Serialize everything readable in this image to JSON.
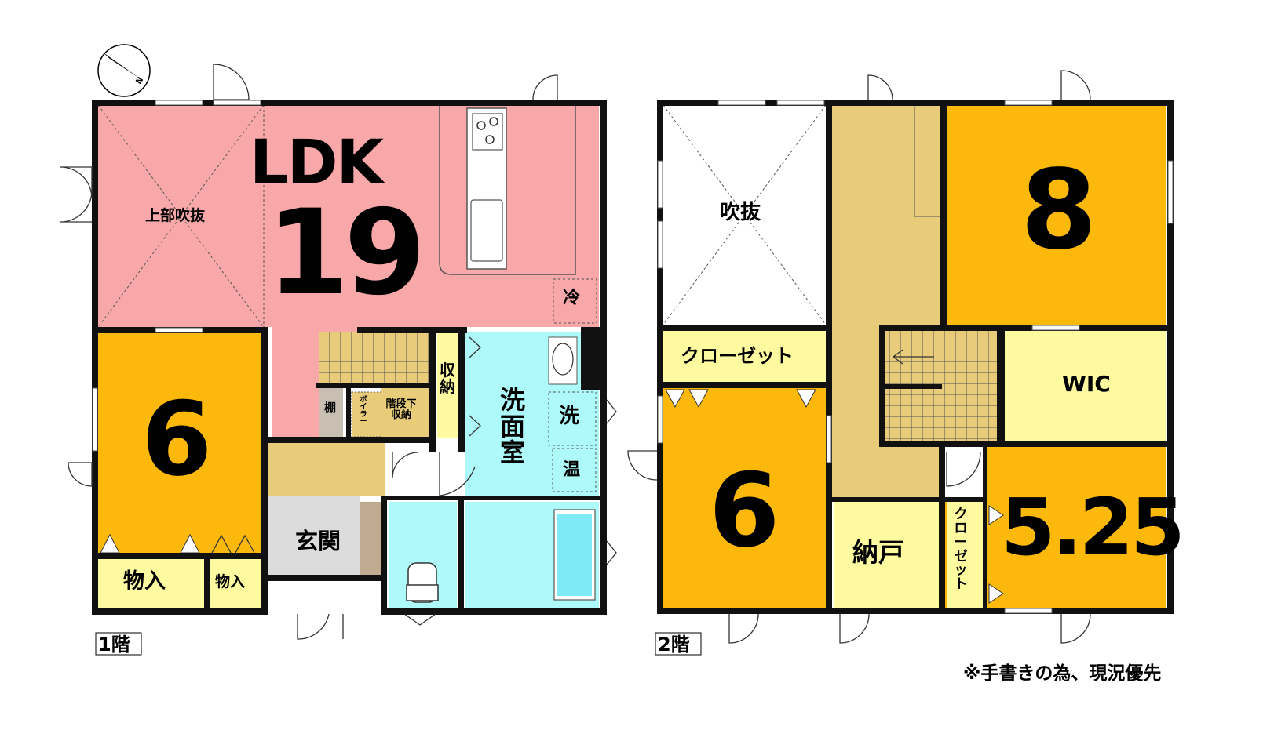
{
  "compass": {
    "letter": "N"
  },
  "floor1": {
    "caption": "1階",
    "ldk_label": "LDK",
    "ldk_size": "19",
    "void_label": "上部吹抜",
    "fridge_label": "冷",
    "room_west_size": "6",
    "storage_left": "物入",
    "storage_small": "物入",
    "shelf_label": "棚",
    "boiler_label": "ボイラー",
    "under_stair_label": "階段下\n収納",
    "closet_label": "収納",
    "washroom_label": "洗\n面\n室",
    "washer_label": "洗",
    "heater_label": "温",
    "entrance_label": "玄関"
  },
  "floor2": {
    "caption": "2階",
    "void_label": "吹抜",
    "closet_top_label": "クローゼット",
    "room_west_size": "6",
    "room_ne_size": "8",
    "wic_label": "WIC",
    "storeroom_label": "納戸",
    "closet_vertical_label": "クローゼット",
    "room_se_size": "5.25"
  },
  "footnote": "※手書きの為、現況優先",
  "colors": {
    "ldk": "#f9a8aa",
    "room": "#fdb80c",
    "storage": "#fefaa0",
    "hall": "#e8cc7a",
    "wet": "#aefafa",
    "entrance": "#dcdcdc",
    "wall": "#111111"
  }
}
